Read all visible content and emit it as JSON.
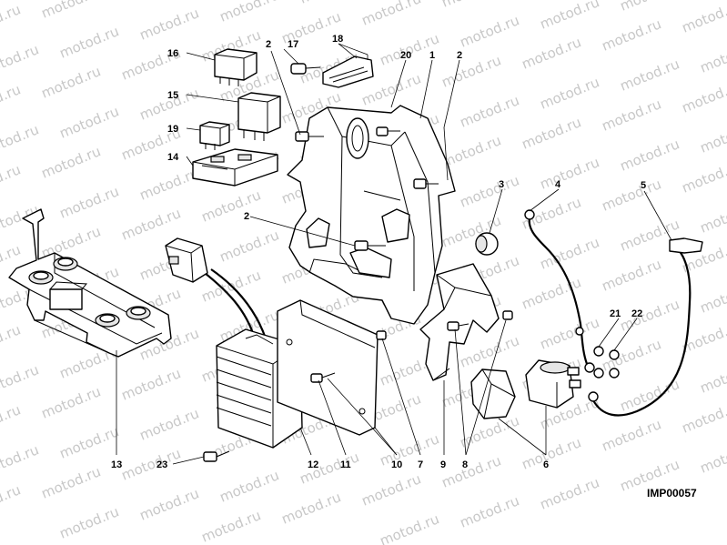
{
  "watermark": "motod.ru",
  "drawing_code": "IMP00057",
  "callouts": {
    "c1": "1",
    "c2a": "2",
    "c2b": "2",
    "c2c": "2",
    "c3": "3",
    "c4": "4",
    "c5": "5",
    "c6": "6",
    "c7": "7",
    "c8": "8",
    "c9": "9",
    "c10": "10",
    "c11": "11",
    "c12": "12",
    "c13": "13",
    "c14": "14",
    "c15": "15",
    "c16": "16",
    "c17": "17",
    "c18": "18",
    "c19": "19",
    "c20": "20",
    "c21": "21",
    "c22": "22",
    "c23": "23"
  }
}
